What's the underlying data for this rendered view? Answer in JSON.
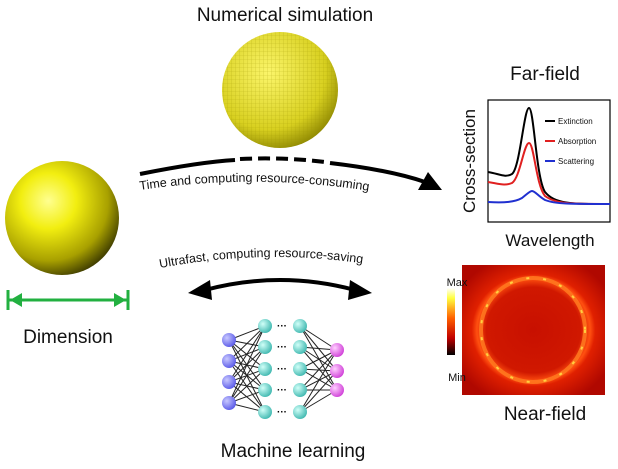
{
  "titles": {
    "simulation": "Numerical simulation",
    "far_field": "Far-field",
    "near_field": "Near-field",
    "dimension": "Dimension",
    "machine_learning": "Machine learning"
  },
  "arrows": {
    "top": "Time and computing resource-consuming",
    "bottom": "Ultrafast, computing resource-saving"
  },
  "plot": {
    "ylabel": "Cross-section",
    "xlabel": "Wavelength",
    "legend": [
      {
        "label": "Extinction",
        "color": "#000000"
      },
      {
        "label": "Absorption",
        "color": "#e02020"
      },
      {
        "label": "Scattering",
        "color": "#2030d0"
      }
    ]
  },
  "colorbar": {
    "max": "Max",
    "min": "Min"
  }
}
